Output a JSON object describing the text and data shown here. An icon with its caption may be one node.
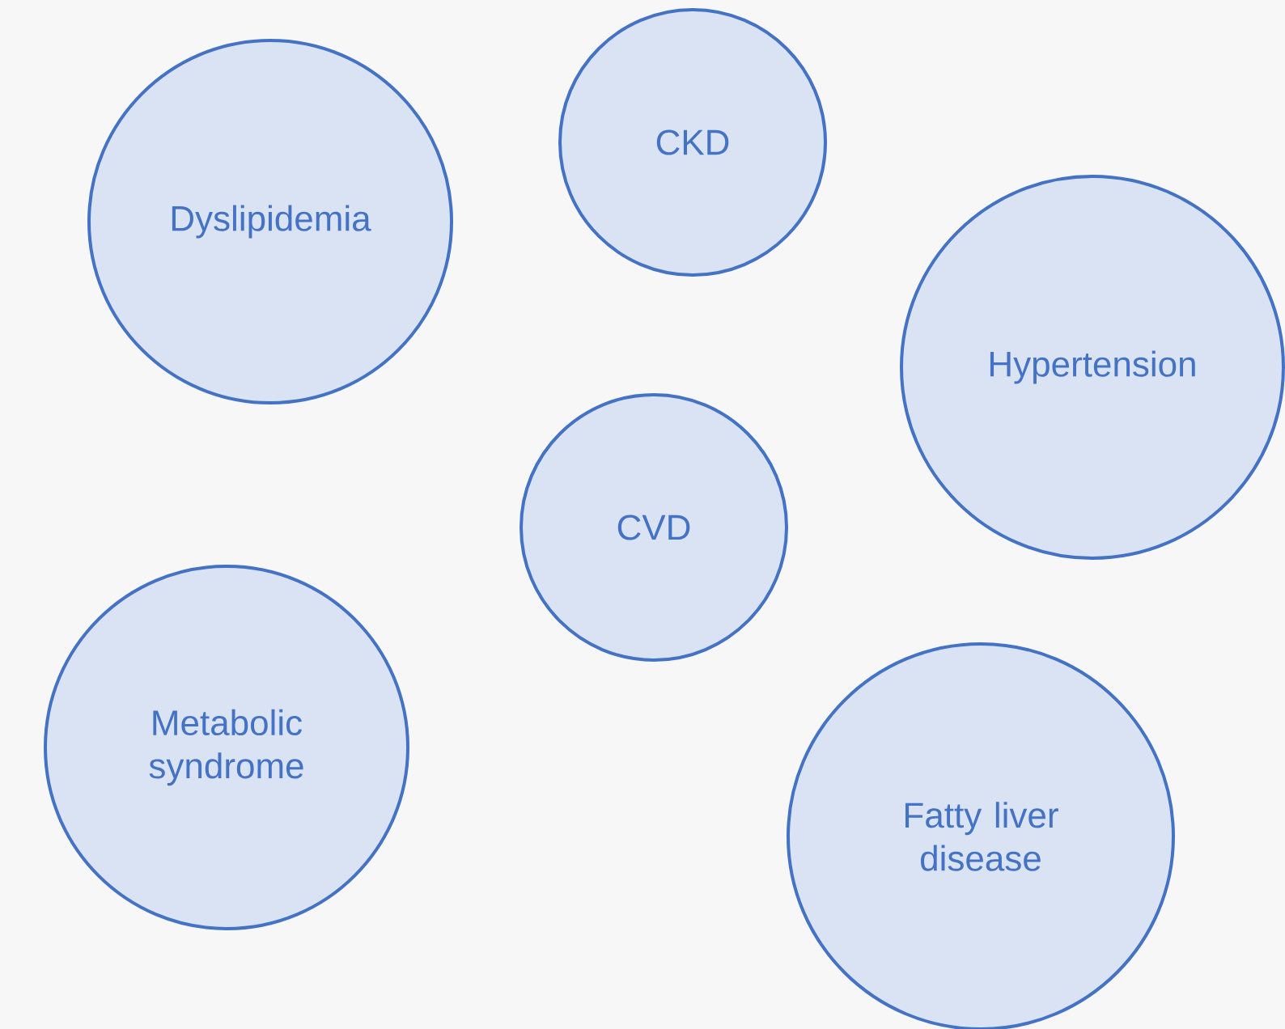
{
  "diagram": {
    "nodes": [
      {
        "text": [
          "Dyslipidemia"
        ]
      },
      {
        "text": [
          "CKD"
        ]
      },
      {
        "text": [
          "Hypertension"
        ]
      },
      {
        "text": [
          "CVD"
        ]
      },
      {
        "text": [
          "Metabolic syndrome"
        ]
      },
      {
        "text": [
          "Fatty liver disease"
        ]
      }
    ]
  }
}
